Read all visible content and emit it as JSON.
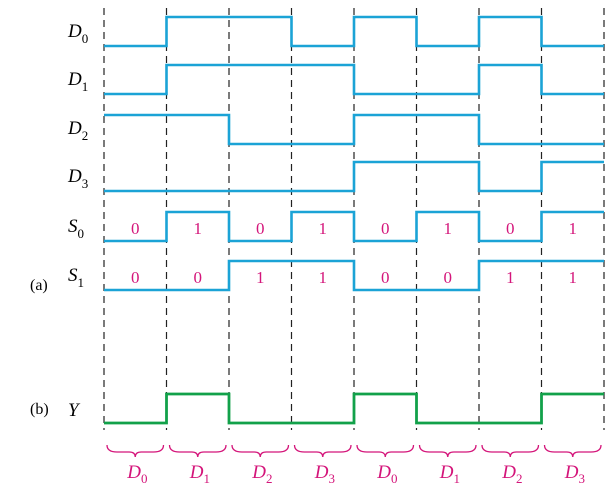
{
  "part_labels": {
    "a": "(a)",
    "b": "(b)"
  },
  "colors": {
    "wave": "#1ba3d6",
    "output": "#12a14a",
    "bits": "#d4157a",
    "guide": "#222222"
  },
  "signals": [
    {
      "name": "D",
      "sub": "0",
      "levels": [
        0,
        1,
        1,
        0,
        1,
        0,
        1,
        0
      ]
    },
    {
      "name": "D",
      "sub": "1",
      "levels": [
        0,
        1,
        1,
        1,
        0,
        0,
        1,
        0
      ]
    },
    {
      "name": "D",
      "sub": "2",
      "levels": [
        1,
        1,
        0,
        0,
        1,
        1,
        0,
        0
      ]
    },
    {
      "name": "D",
      "sub": "3",
      "levels": [
        0,
        0,
        0,
        0,
        1,
        1,
        0,
        1
      ]
    },
    {
      "name": "S",
      "sub": "0",
      "levels": [
        0,
        1,
        0,
        1,
        0,
        1,
        0,
        1
      ],
      "bits": [
        "0",
        "1",
        "0",
        "1",
        "0",
        "1",
        "0",
        "1"
      ]
    },
    {
      "name": "S",
      "sub": "1",
      "levels": [
        0,
        0,
        1,
        1,
        0,
        0,
        1,
        1
      ],
      "bits": [
        "0",
        "0",
        "1",
        "1",
        "0",
        "0",
        "1",
        "1"
      ]
    }
  ],
  "output": {
    "name": "Y",
    "sub": "",
    "levels": [
      0,
      1,
      0,
      0,
      1,
      0,
      0,
      1
    ]
  },
  "selected": [
    {
      "name": "D",
      "sub": "0"
    },
    {
      "name": "D",
      "sub": "1"
    },
    {
      "name": "D",
      "sub": "2"
    },
    {
      "name": "D",
      "sub": "3"
    },
    {
      "name": "D",
      "sub": "0"
    },
    {
      "name": "D",
      "sub": "1"
    },
    {
      "name": "D",
      "sub": "2"
    },
    {
      "name": "D",
      "sub": "3"
    }
  ]
}
